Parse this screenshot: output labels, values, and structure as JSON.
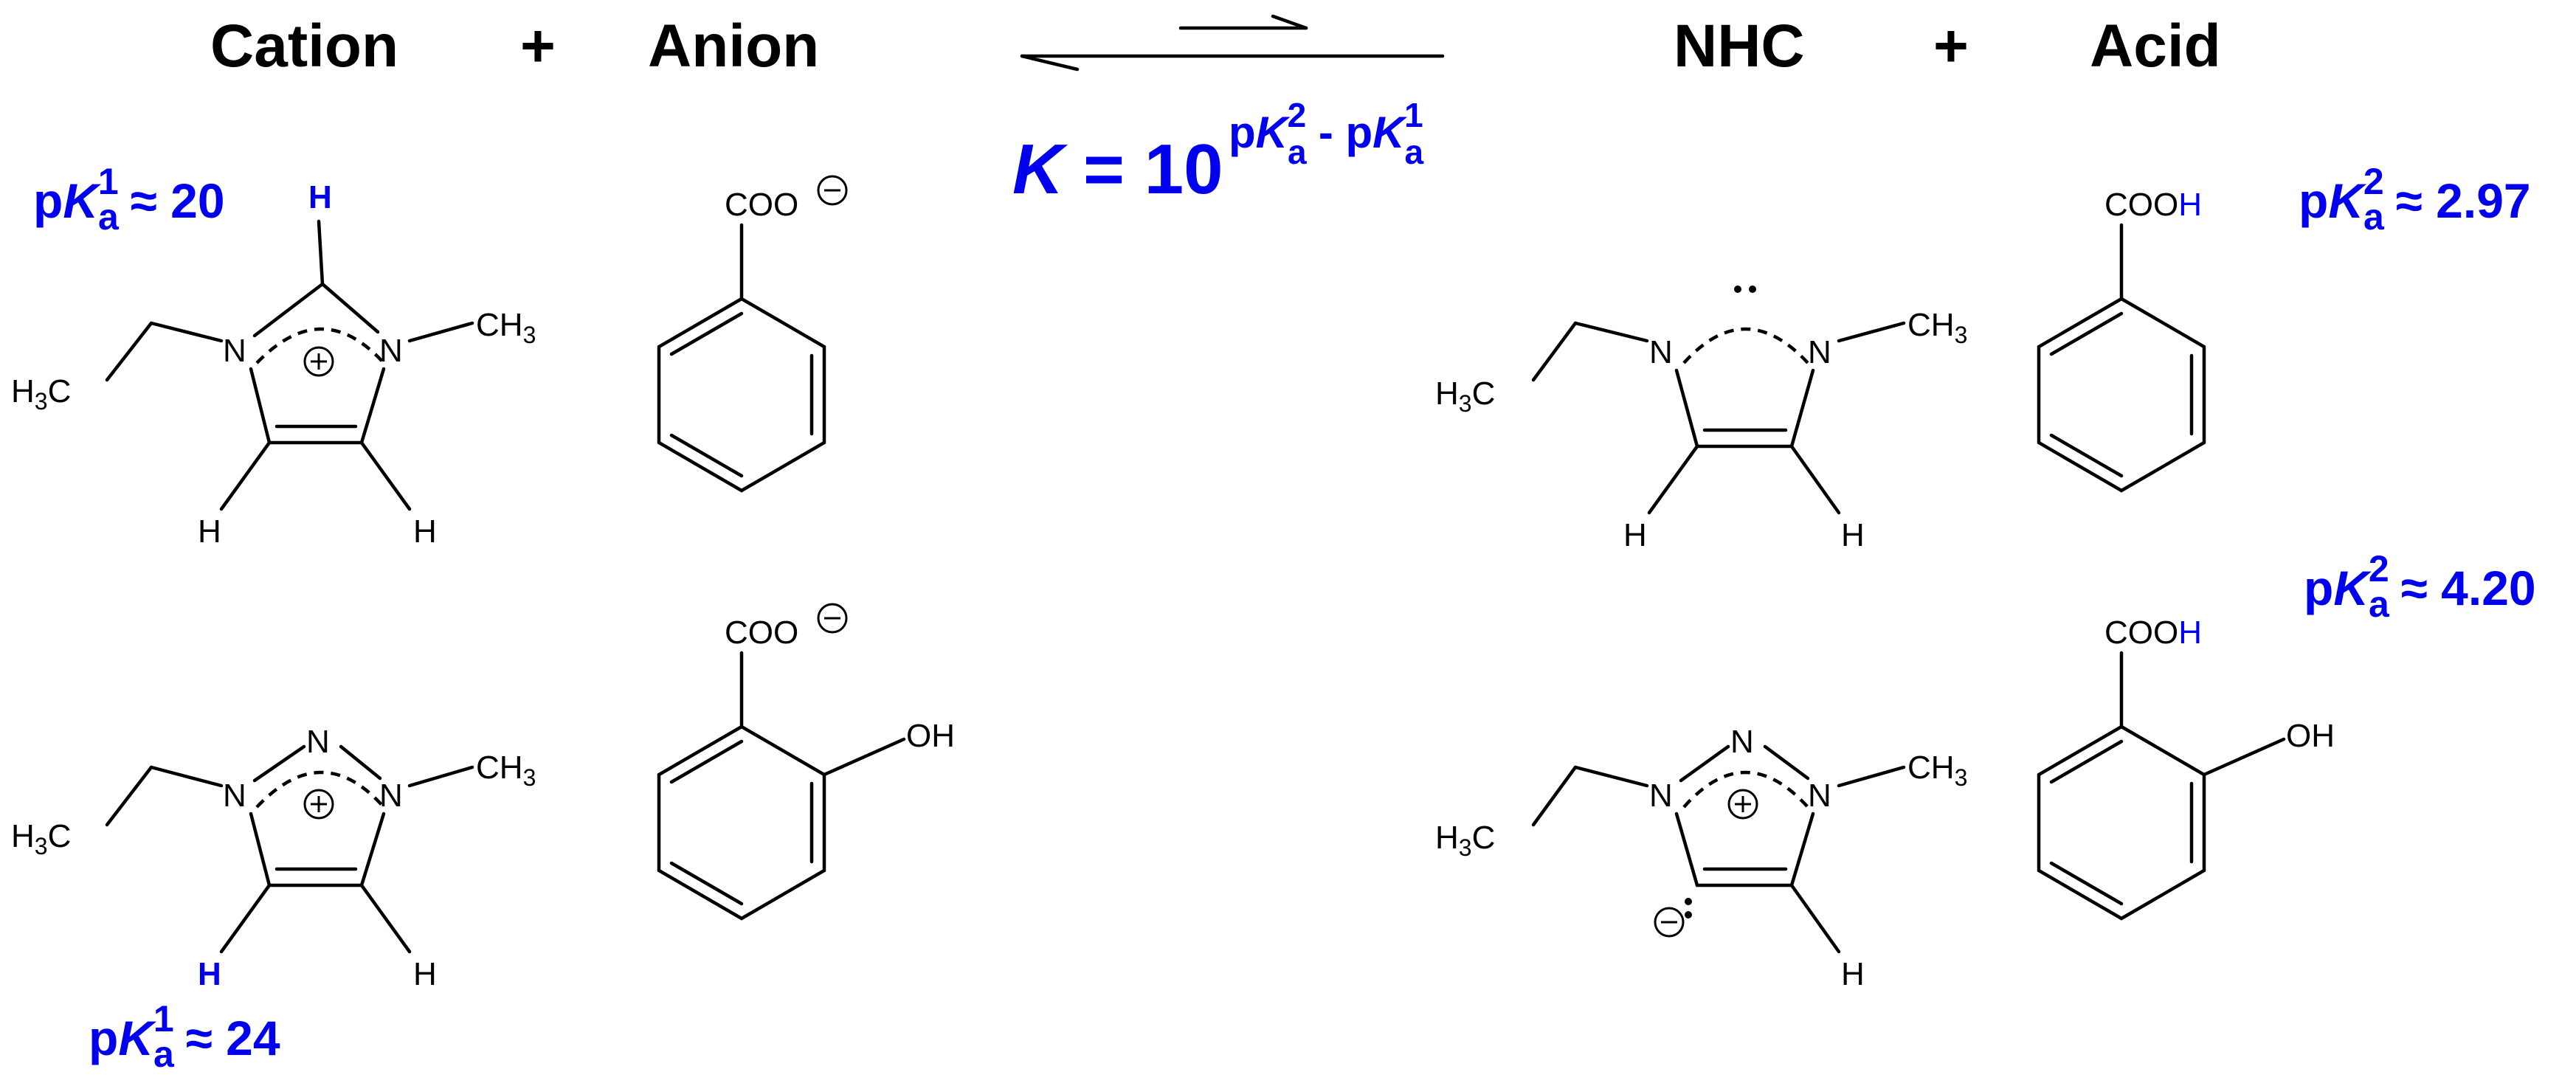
{
  "headers": {
    "cation": "Cation",
    "plus": "+",
    "anion": "Anion",
    "nhc": "NHC",
    "acid": "Acid"
  },
  "equilibrium": {
    "k_lhs": "K = 10",
    "exponent": "pKa2 - pKa1"
  },
  "pka_labels": {
    "cation1": {
      "prefix": "p",
      "k": "K",
      "sub": "a",
      "sup": "1",
      "value": "≈ 20"
    },
    "cation2": {
      "prefix": "p",
      "k": "K",
      "sub": "a",
      "sup": "1",
      "value": "≈ 24"
    },
    "acid1": {
      "prefix": "p",
      "k": "K",
      "sub": "a",
      "sup": "2",
      "value": "≈ 2.97"
    },
    "acid2": {
      "prefix": "p",
      "k": "K",
      "sub": "a",
      "sup": "2",
      "value": "≈ 4.20"
    }
  },
  "atoms": {
    "N": "N",
    "H": "H",
    "C": "C",
    "CH": "CH",
    "three": "3",
    "COO": "COO",
    "COOH_pre": "COO",
    "OH": "OH"
  },
  "colors": {
    "highlight": "#0000ee",
    "ink": "#000000"
  }
}
